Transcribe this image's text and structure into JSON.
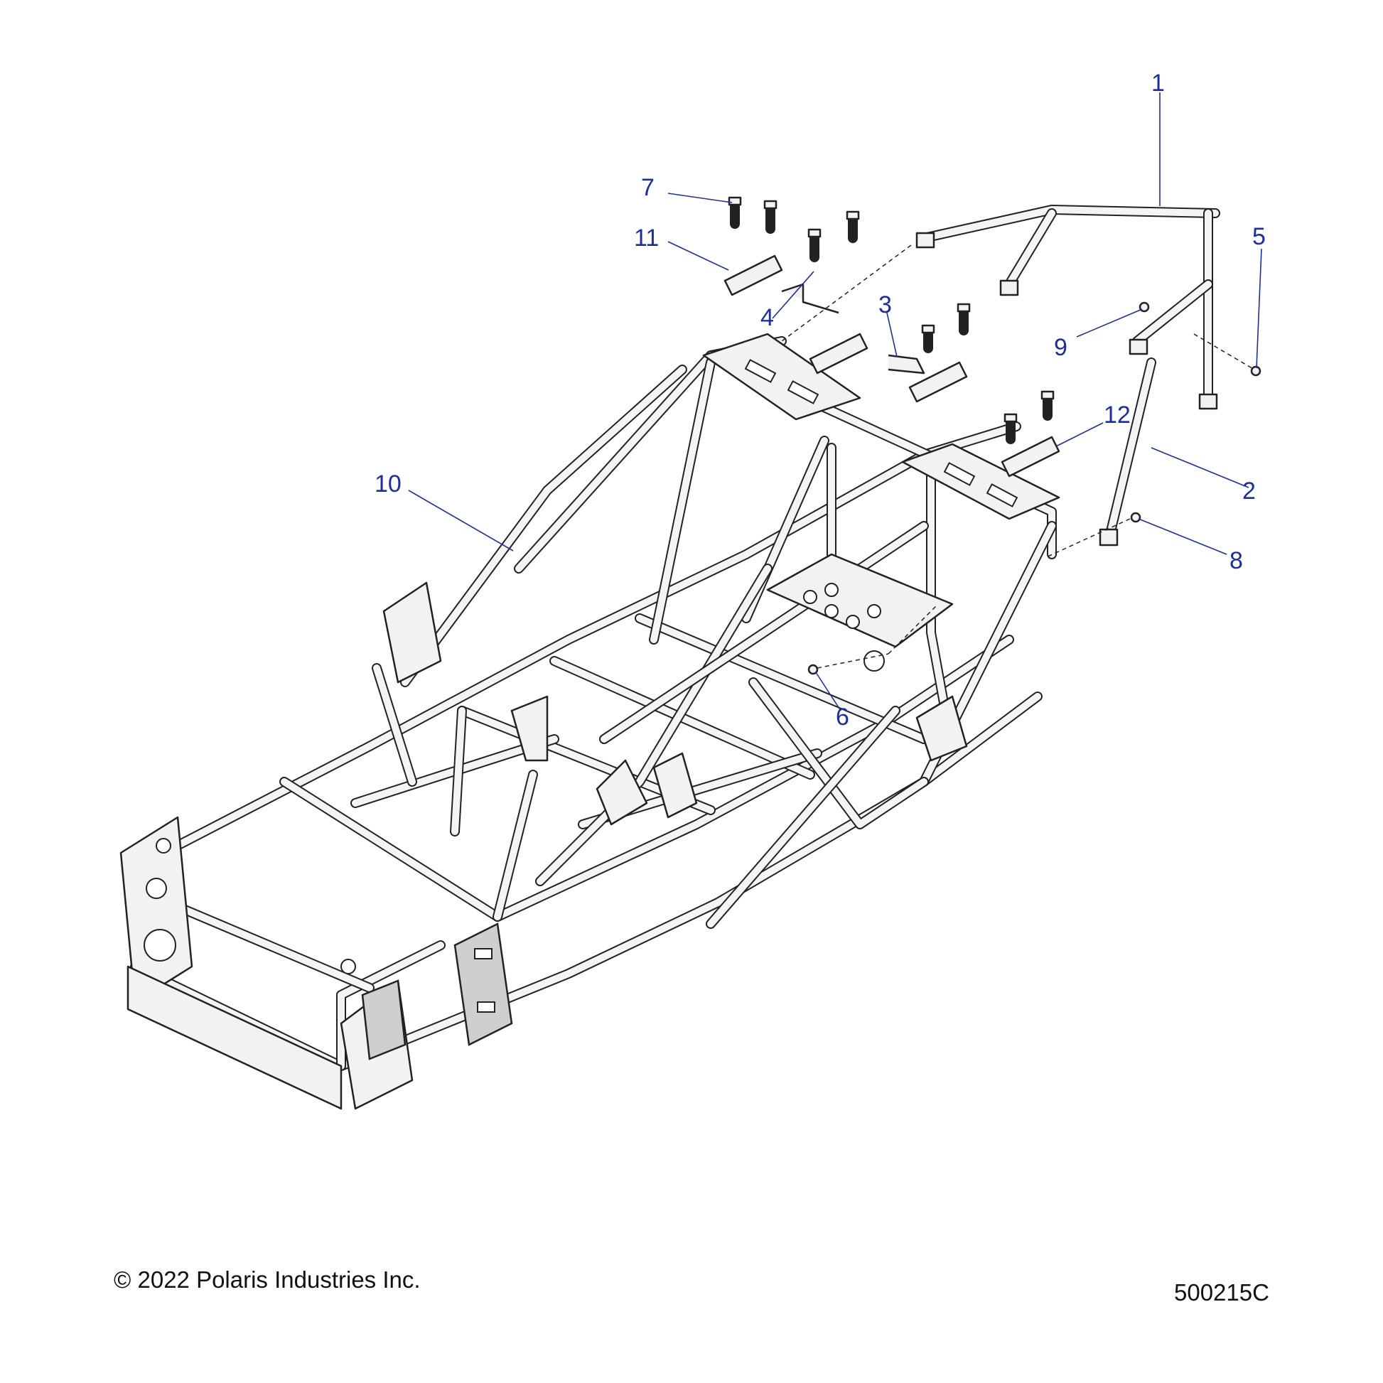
{
  "callouts": [
    {
      "id": "1",
      "label": "1"
    },
    {
      "id": "2",
      "label": "2"
    },
    {
      "id": "3",
      "label": "3"
    },
    {
      "id": "4",
      "label": "4"
    },
    {
      "id": "5",
      "label": "5"
    },
    {
      "id": "6",
      "label": "6"
    },
    {
      "id": "7",
      "label": "7"
    },
    {
      "id": "8",
      "label": "8"
    },
    {
      "id": "9",
      "label": "9"
    },
    {
      "id": "10",
      "label": "10"
    },
    {
      "id": "11",
      "label": "11"
    },
    {
      "id": "12",
      "label": "12"
    }
  ],
  "footer": {
    "copyright": "© 2022 Polaris Industries Inc.",
    "drawing_number": "500215C"
  },
  "colors": {
    "callout": "#1f2f9a",
    "line": "#222222",
    "fill": "#f2f2f2"
  }
}
